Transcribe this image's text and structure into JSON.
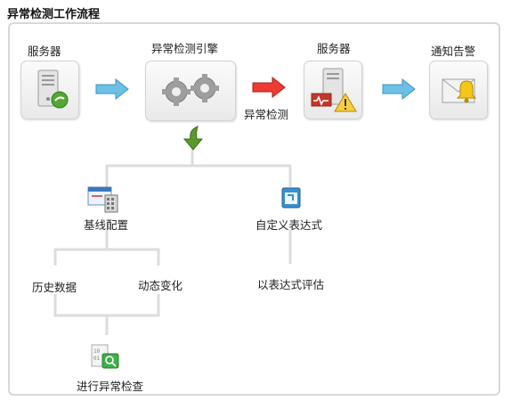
{
  "title": "异常检测工作流程",
  "flow": {
    "server_left_label": "服务器",
    "engine_label": "异常检测引擎",
    "server_right_label": "服务器",
    "alert_label": "通知告警",
    "edge_label": "异常检测"
  },
  "branches": {
    "baseline_label": "基线配置",
    "custom_expr_label": "自定义表达式",
    "history_label": "历史数据",
    "dynamic_label": "动态变化",
    "expr_eval_label": "以表达式评估",
    "check_label": "进行异常检查"
  },
  "colors": {
    "blue_arrow": "#5fb5e0",
    "red_arrow": "#e8302a",
    "green_arrow": "#5a9a2a",
    "connector": "#dcdcdc"
  }
}
